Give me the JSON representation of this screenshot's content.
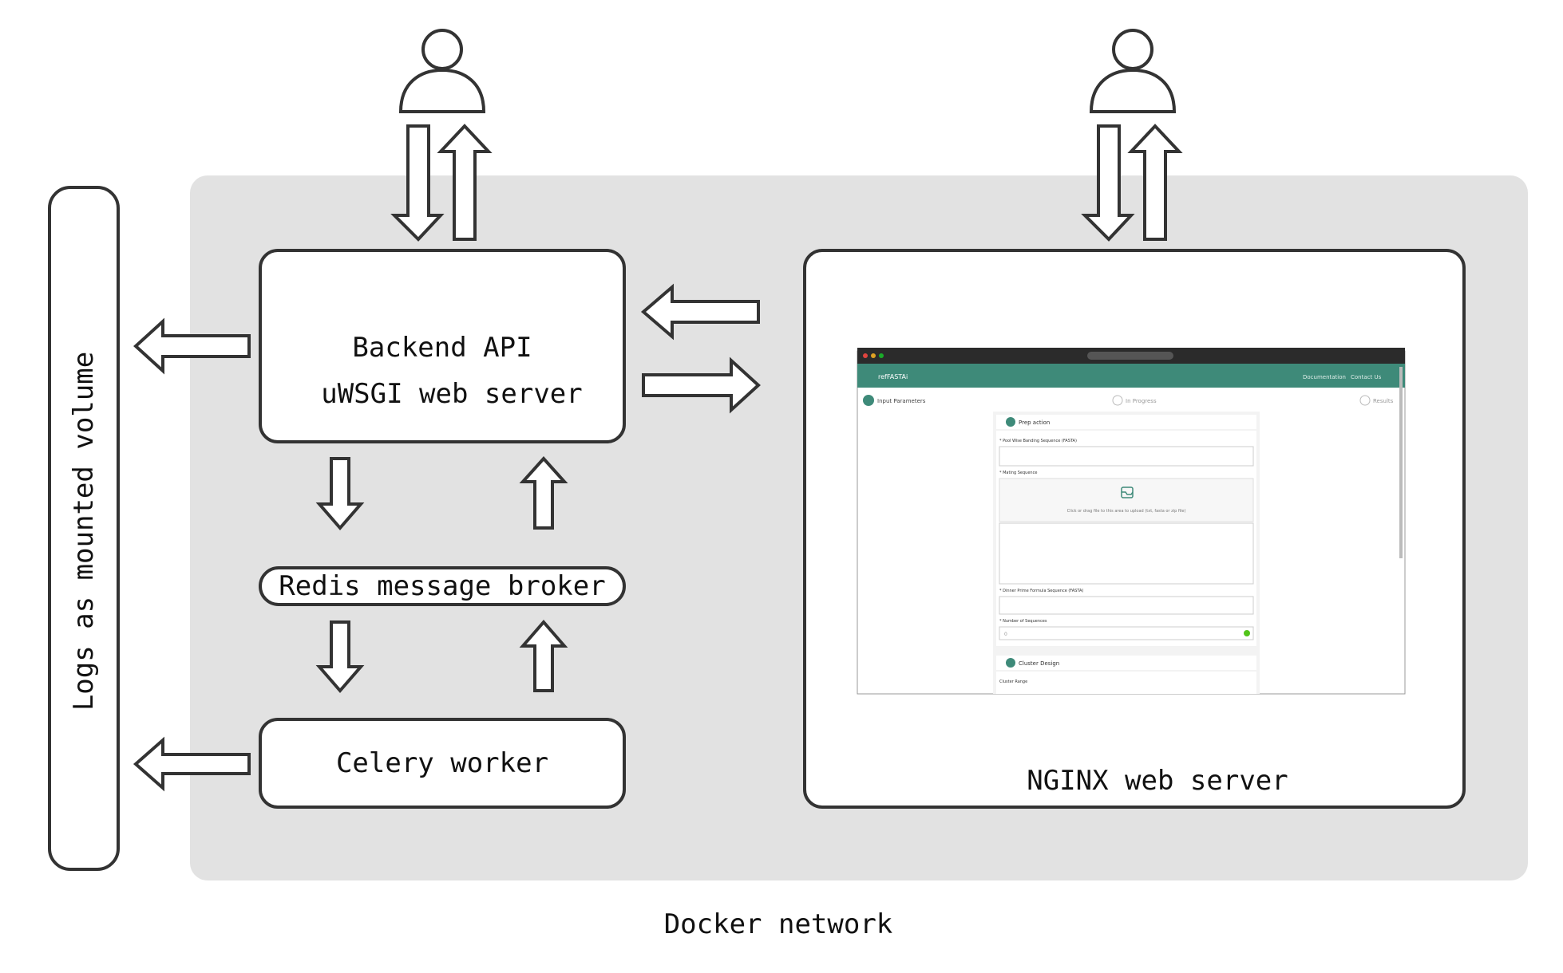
{
  "diagram": {
    "network_label": "Docker network",
    "logs_volume_label": "Logs as mounted volume",
    "backend": {
      "line1": "Backend API",
      "line2": "uWSGI web server"
    },
    "redis_label": "Redis message broker",
    "celery_label": "Celery worker",
    "nginx_label": "NGINX web server",
    "users": [
      {
        "icon": "user-icon"
      },
      {
        "icon": "user-icon"
      }
    ],
    "colors": {
      "network_bg": "#e2e2e2",
      "box_fill": "#ffffff",
      "stroke": "#333333",
      "app_header": "#3e8a79",
      "app_titlebar": "#2b2b2b"
    }
  },
  "screenshot": {
    "app_title": "refFASTAi",
    "header_links": [
      "Documentation",
      "Contact Us"
    ],
    "steps": [
      "Input Parameters",
      "In Progress",
      "Results"
    ],
    "section1_title": "Prep action",
    "field1_label": "* Pool Wise Banding Sequence (FASTA)",
    "field2_label": "* Mating Sequence",
    "upload_text": "Click or drag file to this area to upload (txt, fasta or zip file)",
    "field3_label": "* Dinner Prime Formula Sequence (FASTA)",
    "field4_label": "* Number of Sequences",
    "field4_value": "0",
    "section2_title": "Cluster Design",
    "field5_label": "Cluster Range"
  }
}
